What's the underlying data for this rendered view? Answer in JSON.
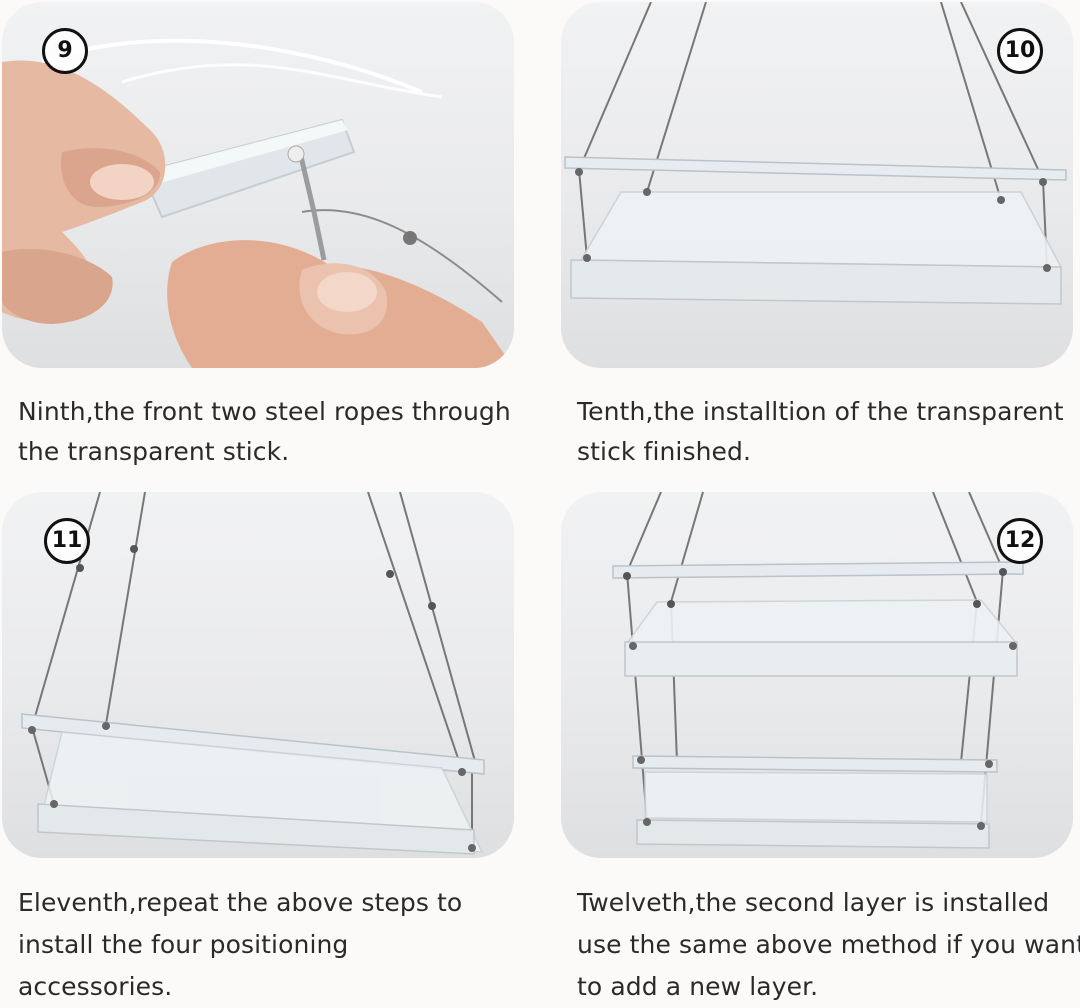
{
  "steps": [
    {
      "badge": "9",
      "image_alt": "Hand threading a steel rope through a transparent acrylic stick",
      "caption_lines": [
        "Ninth,the front  two steel ropes through",
        "the transparent stick."
      ]
    },
    {
      "badge": "10",
      "image_alt": "Transparent shelf hanging from steel ropes with stick installed",
      "caption_lines": [
        "Tenth,the installtion of the transparent",
        "stick finished."
      ]
    },
    {
      "badge": "11",
      "image_alt": "Hanging shelf with four positioning accessories on the ropes",
      "caption_lines": [
        "Eleventh,repeat the above steps to",
        "install the four positioning",
        "accessories."
      ]
    },
    {
      "badge": "12",
      "image_alt": "Two-layer hanging acrylic shelf installed",
      "caption_lines": [
        "Twelveth,the second layer is installed",
        "use the same above method if you want",
        "to add a new layer."
      ]
    }
  ]
}
